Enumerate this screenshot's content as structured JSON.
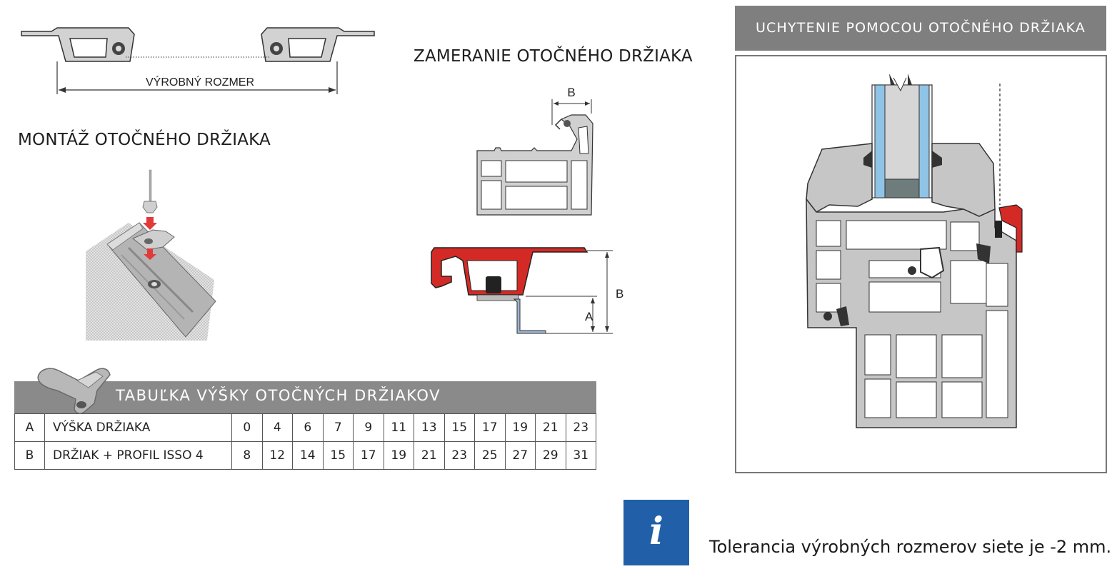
{
  "diagram": {
    "production_size_label": "VÝROBNÝ ROZMER",
    "mounting_heading": "MONTÁŽ OTOČNÉHO DRŽIAKA",
    "measuring_heading": "ZAMERANIE OTOČNÉHO DRŽIAKA",
    "dimension_b": "B",
    "dimension_a": "A",
    "fixing_heading": "UCHYTENIE POMOCOU OTOČNÉHO DRŽIAKA"
  },
  "height_table": {
    "title": "TABUĽKA VÝŠKY OTOČNÝCH DRŽIAKOV",
    "rows": [
      {
        "code": "A",
        "label": "VÝŠKA DRŽIAKA",
        "values": [
          "0",
          "4",
          "6",
          "7",
          "9",
          "11",
          "13",
          "15",
          "17",
          "19",
          "21",
          "23"
        ]
      },
      {
        "code": "B",
        "label": "DRŽIAK + PROFIL ISSO 4",
        "values": [
          "8",
          "12",
          "14",
          "15",
          "17",
          "19",
          "21",
          "23",
          "25",
          "27",
          "29",
          "31"
        ]
      }
    ]
  },
  "note": {
    "icon": "info-icon",
    "glyph": "i",
    "text": "Tolerancia výrobných rozmerov siete je -2 mm."
  },
  "colors": {
    "holder_red": "#d42a26",
    "profile_gray": "#c8c8c8",
    "header_gray": "#8a8a8a",
    "info_blue": "#2160a8"
  }
}
